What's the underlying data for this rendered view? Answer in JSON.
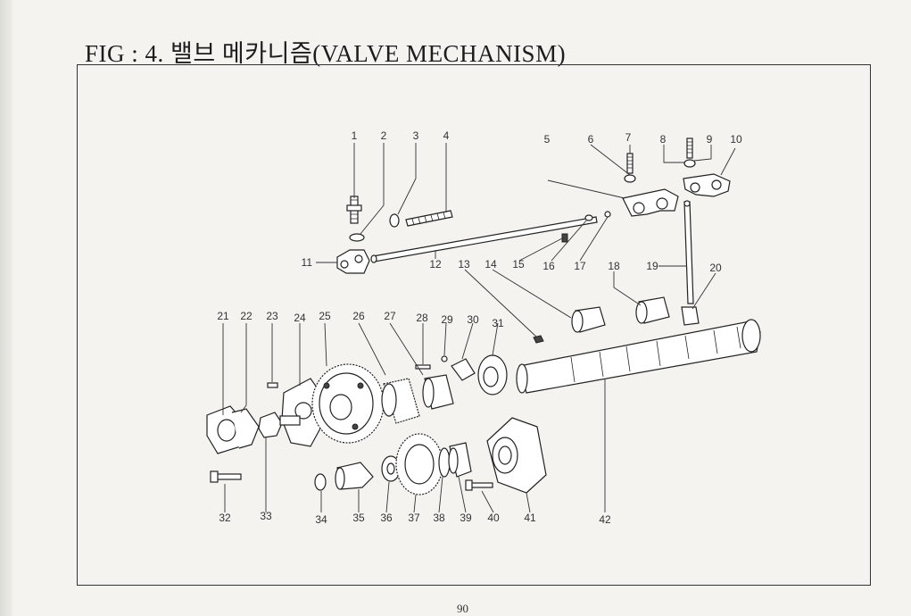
{
  "title": "FIG : 4. 밸브 메카니즘(VALVE MECHANISM)",
  "page_number": "90",
  "callouts": [
    "1",
    "2",
    "3",
    "4",
    "5",
    "6",
    "7",
    "8",
    "9",
    "10",
    "11",
    "12",
    "13",
    "14",
    "15",
    "16",
    "17",
    "18",
    "19",
    "20",
    "21",
    "22",
    "23",
    "24",
    "25",
    "26",
    "27",
    "28",
    "29",
    "30",
    "31",
    "32",
    "33",
    "34",
    "35",
    "36",
    "37",
    "38",
    "39",
    "40",
    "41",
    "42"
  ]
}
